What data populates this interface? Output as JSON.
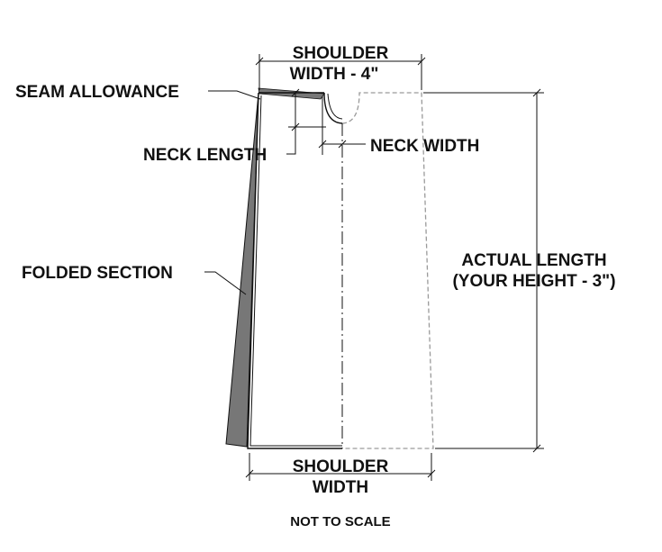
{
  "labels": {
    "shoulder_width_top_1": "SHOULDER",
    "shoulder_width_top_2": "WIDTH - 4\"",
    "seam_allowance": "SEAM ALLOWANCE",
    "neck_length": "NECK LENGTH",
    "neck_width": "NECK WIDTH",
    "folded_section": "FOLDED SECTION",
    "actual_length_1": "ACTUAL LENGTH",
    "actual_length_2": "(YOUR HEIGHT - 3\")",
    "shoulder_width_bottom_1": "SHOULDER",
    "shoulder_width_bottom_2": "WIDTH",
    "not_to_scale": "NOT TO SCALE"
  },
  "colors": {
    "line": "#111111",
    "folded_fill": "#777777",
    "dashed": "#9a9a9a"
  }
}
